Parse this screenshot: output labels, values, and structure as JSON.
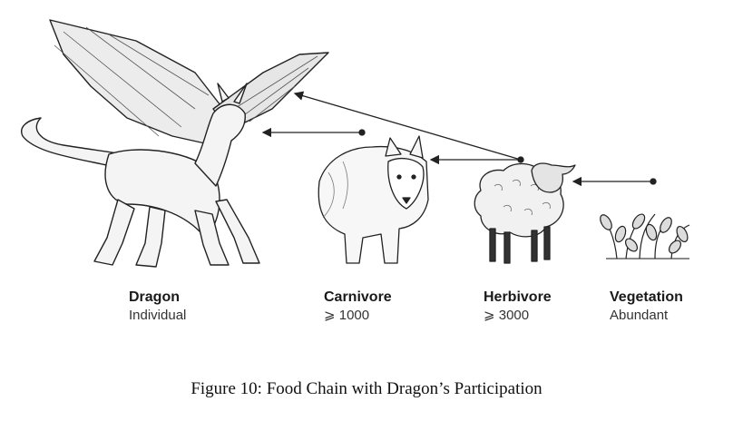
{
  "diagram": {
    "nodes": [
      {
        "id": "dragon",
        "title": "Dragon",
        "subtitle": "Individual"
      },
      {
        "id": "carnivore",
        "title": "Carnivore",
        "subtitle": "⩾ 1000"
      },
      {
        "id": "herbivore",
        "title": "Herbivore",
        "subtitle": "⩾ 3000"
      },
      {
        "id": "vegetation",
        "title": "Vegetation",
        "subtitle": "Abundant"
      }
    ],
    "edges": [
      {
        "from": "carnivore",
        "to": "dragon"
      },
      {
        "from": "herbivore",
        "to": "carnivore"
      },
      {
        "from": "herbivore",
        "to": "dragon"
      },
      {
        "from": "vegetation",
        "to": "herbivore"
      }
    ],
    "caption": "Figure 10: Food Chain with Dragon’s Participation"
  },
  "colors": {
    "ink": "#1a1a1a",
    "line": "#222222",
    "fill": "#f4f4f4"
  }
}
